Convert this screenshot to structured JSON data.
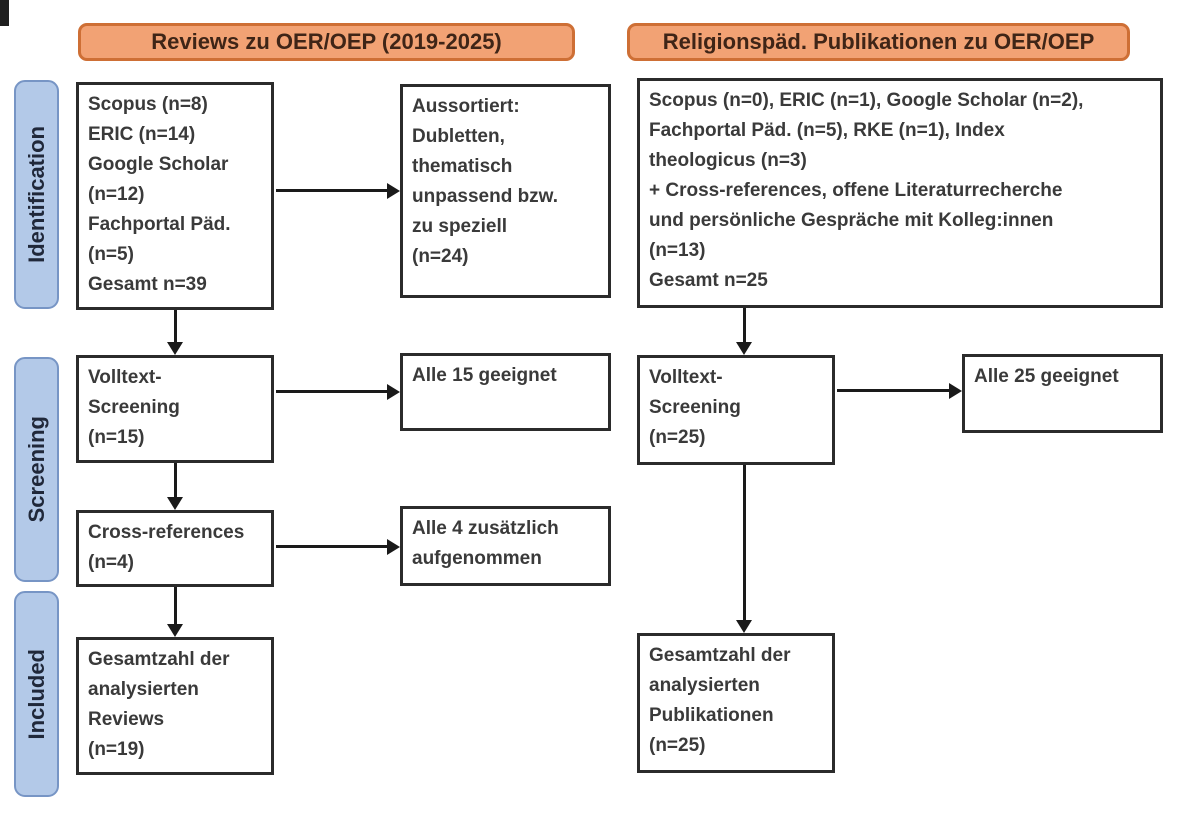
{
  "headers": {
    "left": "Reviews zu OER/OEP (2019-2025)",
    "right": "Religionspäd. Publikationen zu OER/OEP"
  },
  "stages": [
    {
      "label": "Identification"
    },
    {
      "label": "Screening"
    },
    {
      "label": "Included"
    }
  ],
  "left_flow": {
    "identification_box": "Scopus (n=8)\nERIC (n=14)\nGoogle Scholar\n(n=12)\nFachportal Päd.\n(n=5)\nGesamt n=39",
    "excluded_box": "Aussortiert:\nDubletten,\nthematisch\nunpassend bzw.\nzu speziell\n(n=24)",
    "screening_box": "Volltext-\nScreening\n(n=15)",
    "screening_result_box": "Alle 15 geeignet",
    "crossref_box": "Cross-references\n(n=4)",
    "crossref_result_box": "Alle 4 zusätzlich\naufgenommen",
    "included_box": "Gesamtzahl der\nanalysierten\nReviews\n(n=19)"
  },
  "right_flow": {
    "identification_box": "Scopus (n=0), ERIC (n=1), Google Scholar (n=2),\nFachportal Päd. (n=5), RKE (n=1), Index\ntheologicus (n=3)\n+ Cross-references, offene Literaturrecherche\nund persönliche Gespräche mit Kolleg:innen\n(n=13)\nGesamt n=25",
    "screening_box": "Volltext-\nScreening\n(n=25)",
    "screening_result_box": "Alle 25 geeignet",
    "included_box": "Gesamtzahl der\nanalysierten\nPublikationen\n(n=25)"
  },
  "colors": {
    "header_fill": "#F2A274",
    "header_border": "#CE6F35",
    "header_text": "#3F2517",
    "stage_fill": "#B3C9E8",
    "stage_border": "#7795C5",
    "stage_text": "#20283A",
    "box_border": "#2B2B2B",
    "box_text": "#3A3A3A",
    "arrow": "#1A1A1A",
    "background": "#FFFFFF"
  }
}
